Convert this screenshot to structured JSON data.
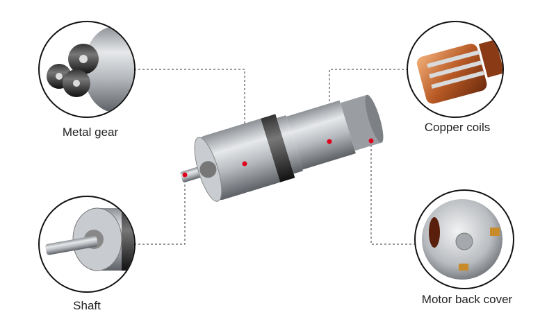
{
  "callouts": {
    "metal_gear": "Metal gear",
    "copper_coils": "Copper coils",
    "shaft": "Shaft",
    "motor_back_cover": "Motor back cover"
  },
  "colors": {
    "marker": "#e0001b",
    "leader_line": "#333333",
    "circle_border": "#111111"
  }
}
